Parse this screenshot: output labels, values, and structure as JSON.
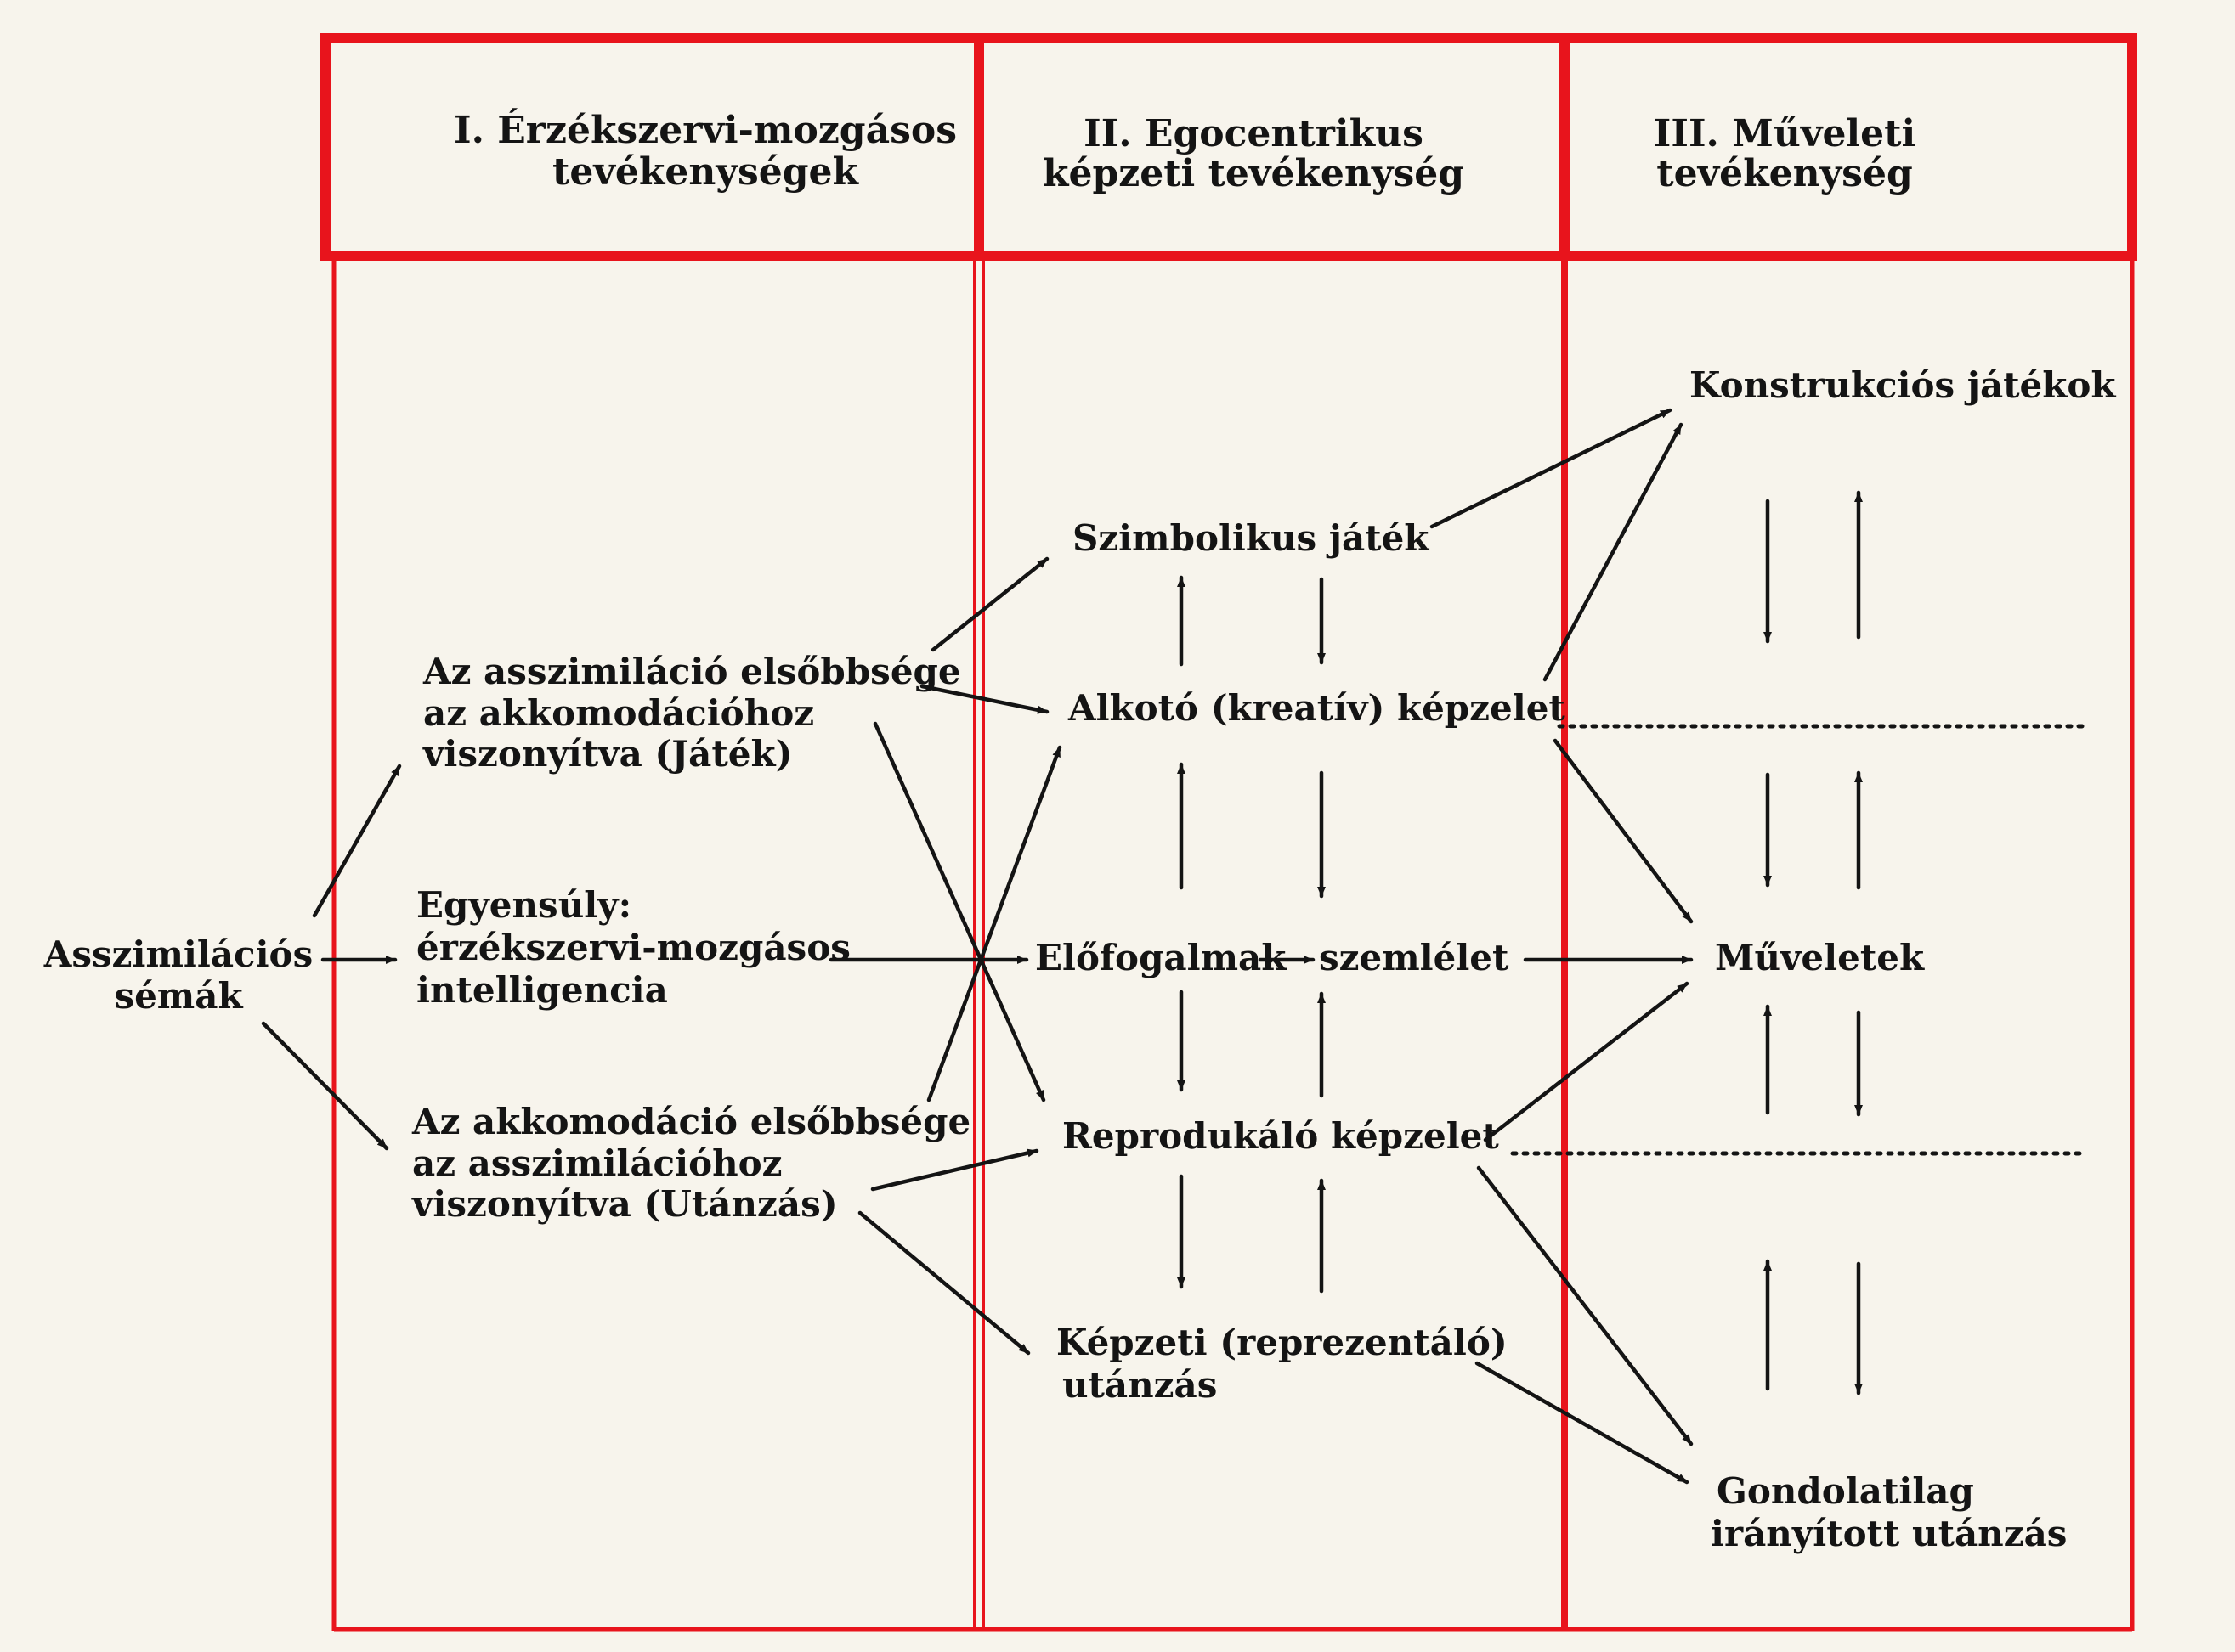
{
  "diagram": {
    "headers": [
      {
        "line1": "I. Érzékszervi-mozgásos",
        "line2": "tevékenységek"
      },
      {
        "line1": "II. Egocentrikus",
        "line2": "képzeti tevékenység"
      },
      {
        "line1": "III. Műveleti",
        "line2": "tevékenység"
      }
    ],
    "nodes": {
      "start": {
        "line1": "Asszimilációs",
        "line2": "sémák"
      },
      "assim": {
        "line1": "Az asszimiláció elsőbbsége",
        "line2": "az akkomodációhoz",
        "line3": "viszonyítva (Játék)"
      },
      "equil": {
        "line1": "Egyensúly:",
        "line2": "érzékszervi-mozgásos",
        "line3": "intelligencia"
      },
      "accom": {
        "line1": "Az akkomodáció elsőbbsége",
        "line2": "az asszimilációhoz",
        "line3": "viszonyítva (Utánzás)"
      },
      "symbolic": "Szimbolikus játék",
      "creative": "Alkotó (kreatív) képzelet",
      "preconcepts": "Előfogalmak",
      "intuition": "szemlélet",
      "reproductive": "Reprodukáló képzelet",
      "imitation": {
        "line1": "Képzeti (reprezentáló)",
        "line2": "utánzás"
      },
      "construction": "Konstrukciós játékok",
      "operations": "Műveletek",
      "directed": {
        "line1": "Gondolatilag",
        "line2": "irányított utánzás"
      }
    },
    "colors": {
      "frame": "#e8141c",
      "ink": "#141414",
      "paper": "#f7f4ec"
    }
  }
}
